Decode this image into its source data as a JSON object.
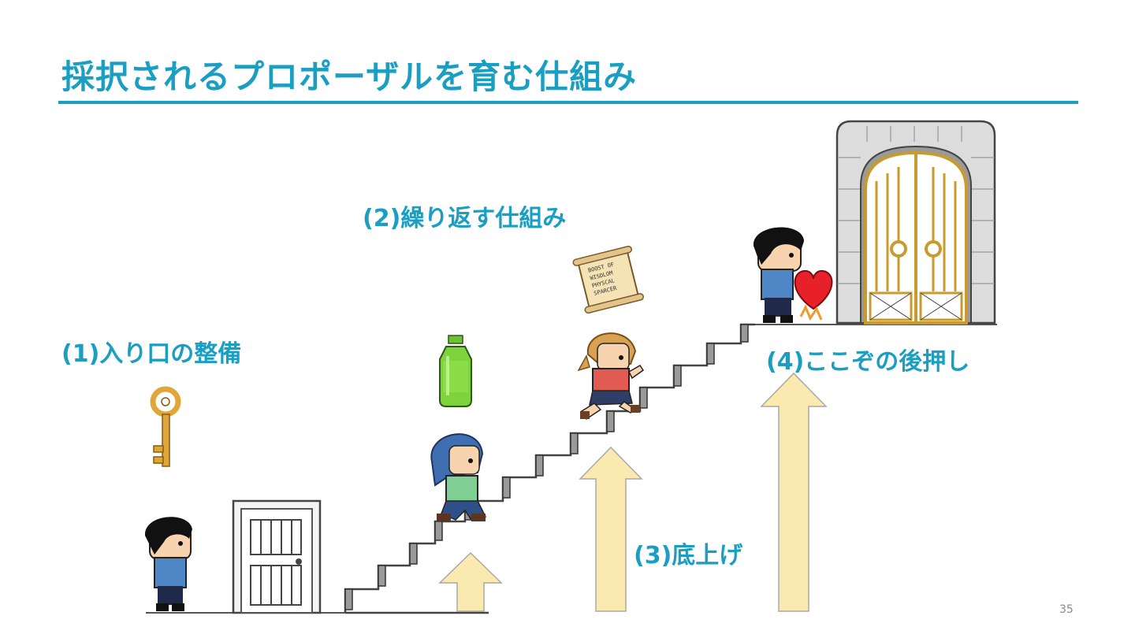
{
  "slide": {
    "title": "採択されるプロポーザルを育む仕組み",
    "labels": {
      "entrance": "(1)入り口の整備",
      "repeat": "(2)繰り返す仕組み",
      "raise": "(3)底上げ",
      "push": "(4)ここぞの後押し"
    },
    "scroll_text": [
      "BOOST OF",
      "WISDLOM",
      "PHYSCAL",
      "SPARCER"
    ],
    "page_number": "35"
  },
  "colors": {
    "accent": "#1a9ec2",
    "arrow_fill": "#fbeab0",
    "arrow_stroke": "#a8a8a8",
    "heart": "#e8202a",
    "key": "#e0a63a",
    "bottle": "#7ed23b",
    "gate_gold": "#c99b2e",
    "stone": "#dcdcdc"
  },
  "icons": [
    "key-icon",
    "bottle-icon",
    "scroll-icon",
    "heart-icon",
    "door-icon",
    "gate-icon"
  ]
}
